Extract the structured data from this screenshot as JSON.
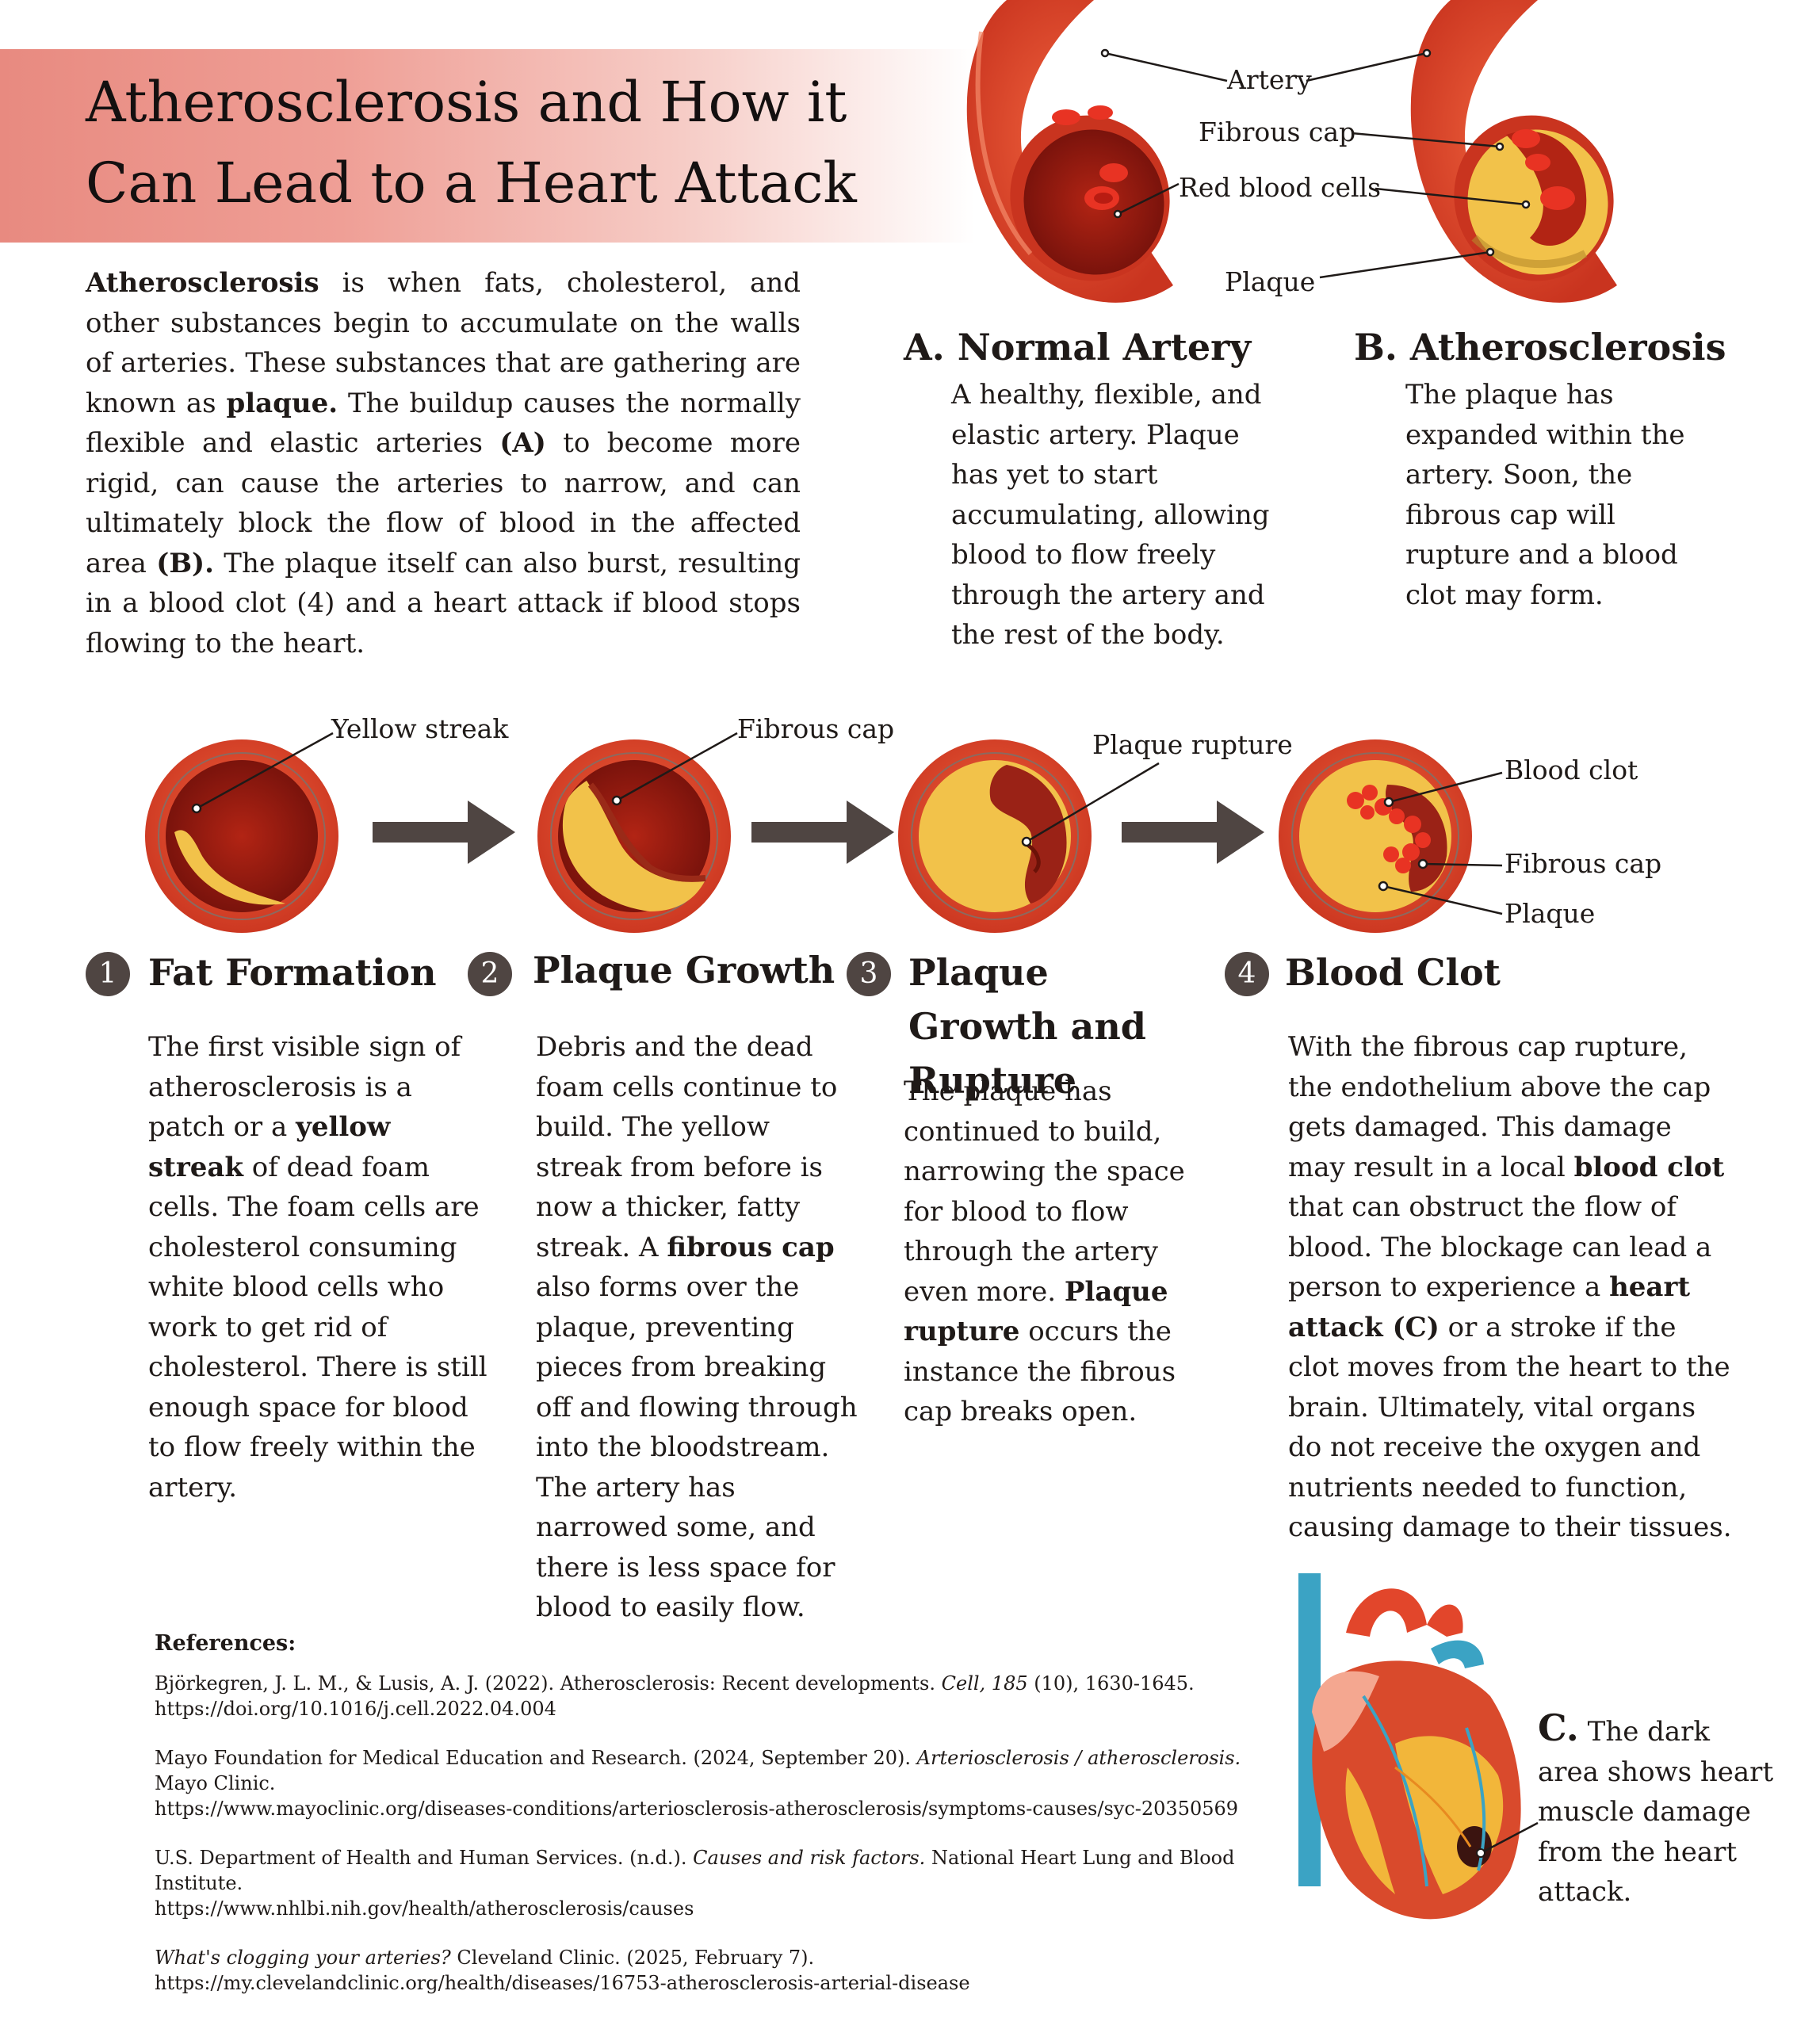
{
  "title": "Atherosclerosis and How it Can Lead to a Heart Attack",
  "intro": {
    "p1_bold": "Atherosclerosis",
    "p1_text": " is when fats, cholesterol, and other substances begin to accumulate on the walls of arteries. These substances that are gathering are known as ",
    "p1_bold2": "plaque.",
    "p1_text2": " The buildup causes the normally flexible and elastic arteries ",
    "p1_bold3": "(A)",
    "p1_text3": " to become more rigid, can cause the arteries to narrow, and can ultimately block the flow of blood in the affected area ",
    "p1_bold4": "(B).",
    "p1_text4": " The plaque itself can also burst, resulting in a blood clot (4) and a heart attack if blood stops flowing to the heart."
  },
  "artery_labels": {
    "artery": "Artery",
    "fibrous_cap": "Fibrous cap",
    "red_blood_cells": "Red blood cells",
    "plaque": "Plaque"
  },
  "section_a": {
    "heading": "A. Normal Artery",
    "body": "A healthy, flexible, and elastic artery. Plaque has yet to start accumulating, allowing blood to flow freely through the artery and the rest of the body."
  },
  "section_b": {
    "heading": "B. Atherosclerosis",
    "body": "The plaque has expanded within the artery. Soon, the fibrous cap will rupture and a blood clot may form."
  },
  "step_labels": {
    "yellow_streak": "Yellow streak",
    "fibrous_cap": "Fibrous cap",
    "plaque_rupture": "Plaque rupture",
    "blood_clot": "Blood clot",
    "fibrous_cap_4": "Fibrous cap",
    "plaque_4": "Plaque"
  },
  "steps": [
    {
      "num": "1",
      "title": "Fat Formation",
      "b1": "The first visible sign of atherosclerosis is a patch or a ",
      "bold1": "yellow streak",
      "b2": " of dead foam cells. The foam cells are cholesterol consuming white blood cells who work to get rid of cholesterol. There is still enough space for blood to flow freely within the artery."
    },
    {
      "num": "2",
      "title": "Plaque Growth",
      "b1": "Debris and the dead foam cells continue to build. The yellow streak from before is now a thicker, fatty streak. A ",
      "bold1": "fibrous cap",
      "b2": " also forms over the plaque, preventing pieces from breaking off and flowing through into the bloodstream. The artery has narrowed some, and there is less space for blood to easily flow."
    },
    {
      "num": "3",
      "title": "Plaque Growth and Rupture",
      "b1": "The plaque has continued to build, narrowing the space for blood to flow through the artery even more. ",
      "bold1": "Plaque rupture",
      "b2": " occurs the instance the fibrous cap breaks open."
    },
    {
      "num": "4",
      "title": "Blood Clot",
      "b1": "With the fibrous cap rupture, the endothelium above the cap gets damaged. This damage may result in a local ",
      "bold1": "blood clot",
      "b2": " that can obstruct the flow of blood. The blockage can lead a person to experience a ",
      "bold2": "heart attack (C)",
      "b3": " or a stroke if the clot moves from the heart to the brain. Ultimately, vital organs do not receive the oxygen and nutrients needed to function, causing damage to their tissues."
    }
  ],
  "references": {
    "heading": "References:",
    "r1a": "Björkegren, J. L. M., & Lusis, A. J. (2022). Atherosclerosis: Recent developments. ",
    "r1i": "Cell, 185",
    "r1b": " (10), 1630-1645.",
    "r1url": "https://doi.org/10.1016/j.cell.2022.04.004",
    "r2a": "Mayo Foundation for Medical Education and Research. (2024, September 20). ",
    "r2i": "Arteriosclerosis / atherosclerosis.",
    "r2b": " Mayo Clinic.",
    "r2url": "https://www.mayoclinic.org/diseases-conditions/arteriosclerosis-atherosclerosis/symptoms-causes/syc-20350569",
    "r3a": "U.S. Department of Health and Human Services. (n.d.). ",
    "r3i": "Causes and risk factors.",
    "r3b": " National Heart Lung and Blood Institute.",
    "r3url": "https://www.nhlbi.nih.gov/health/atherosclerosis/causes",
    "r4i": "What's clogging your arteries?",
    "r4b": " Cleveland Clinic. (2025, February 7).",
    "r4url": "https://my.clevelandclinic.org/health/diseases/16753-atherosclerosis-arterial-disease"
  },
  "heart_caption": {
    "letter": "C.",
    "text": " The dark area shows heart muscle damage from the heart attack."
  },
  "colors": {
    "title_band": "#e88a80",
    "artery_red": "#d8442a",
    "plaque_yellow": "#f2c24a",
    "arrow": "#4f4542"
  }
}
